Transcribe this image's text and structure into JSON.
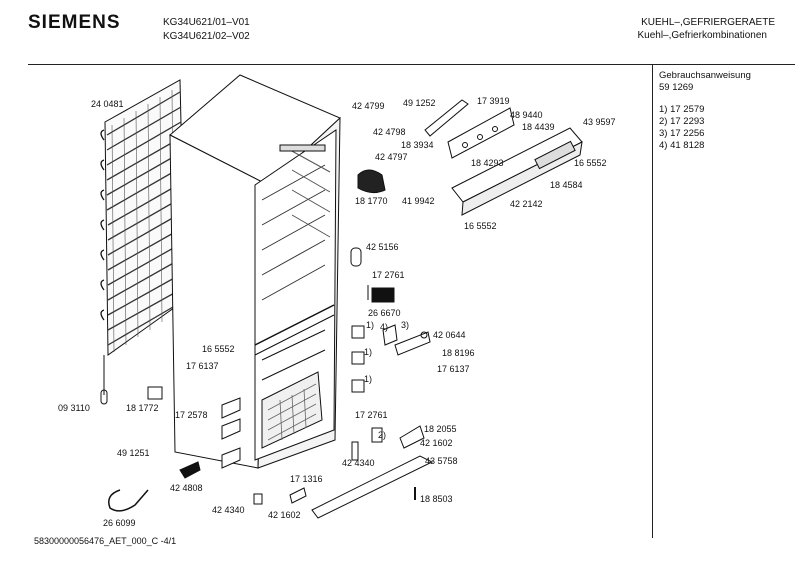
{
  "header": {
    "brand": "SIEMENS",
    "models": [
      "KG34U621/01–V01",
      "KG34U621/02–V02"
    ],
    "category_lines": [
      "KUEHL–,GEFRIERGERAETE",
      "Kuehl–,Gefrierkombinationen"
    ]
  },
  "sidebar": {
    "manual_label": "Gebrauchsanweisung",
    "manual_number": "59 1269",
    "variants": [
      "1) 17 2579",
      "2) 17 2293",
      "3) 17 2256",
      "4) 41 8128"
    ]
  },
  "parts": {
    "p240481": "24 0481",
    "p424799": "42 4799",
    "p491252": "49 1252",
    "p173919": "17 3919",
    "p489440": "48 9440",
    "p424798": "42 4798",
    "p184439": "18 4439",
    "p439597": "43 9597",
    "p183934": "18 3934",
    "p424797": "42 4797",
    "p184293": "18 4293",
    "p165552a": "16 5552",
    "p181770": "18 1770",
    "p419942": "41 9942",
    "p184584": "18 4584",
    "p422142": "42 2142",
    "p165552b": "16 5552",
    "p425156": "42 5156",
    "p172761a": "17 2761",
    "p266670": "26 6670",
    "mark1a": "1)",
    "mark4": "4)",
    "mark3": "3)",
    "p420644": "42 0644",
    "p165552c": "16 5552",
    "p176137a": "17 6137",
    "mark1b": "1)",
    "p188196": "18 8196",
    "p176137b": "17 6137",
    "mark1c": "1)",
    "p093110": "09 3110",
    "p181772": "18 1772",
    "p172578": "17 2578",
    "p172761b": "17 2761",
    "mark2": "2)",
    "p182055": "18 2055",
    "p421602a": "42 1602",
    "p491251": "49 1251",
    "p424340a": "42 4340",
    "p435758": "43 5758",
    "p424808": "42 4808",
    "p171316": "17 1316",
    "p188503": "18 8503",
    "p266099": "26 6099",
    "p424340b": "42 4340",
    "p421602b": "42 1602"
  },
  "footer": {
    "code": "58300000056476_AET_000_C  -4/1"
  }
}
